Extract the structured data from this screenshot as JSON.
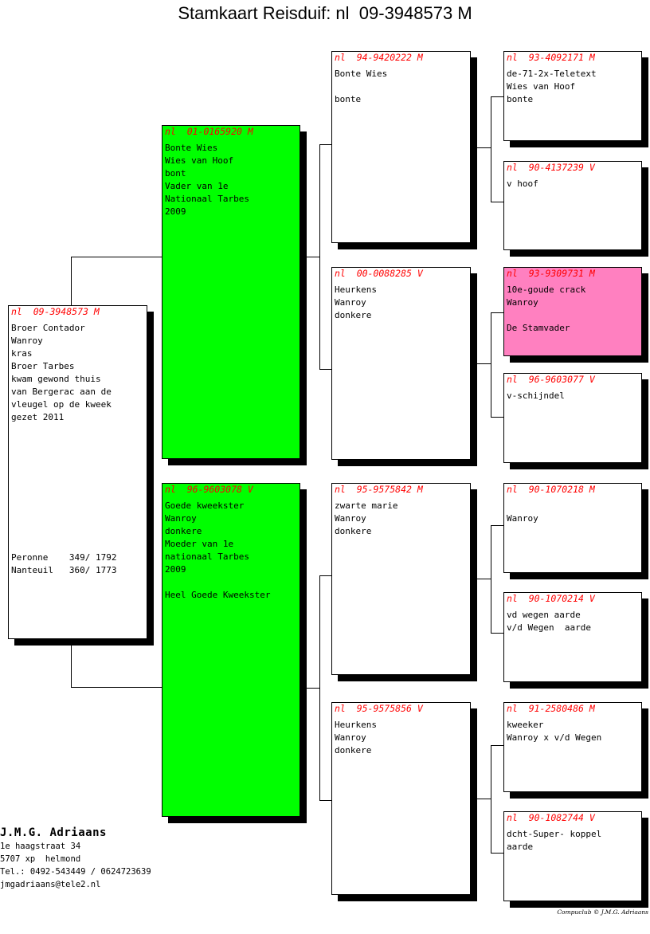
{
  "title": "Stamkaart Reisduif: nl  09-3948573 M",
  "subject": {
    "ring": "nl  09-3948573 M",
    "lines": [
      "Broer Contador",
      "Wanroy",
      "kras",
      "Broer Tarbes",
      "kwam gewond thuis",
      "van Bergerac aan de",
      "vleugel op de kweek",
      "gezet 2011"
    ],
    "results": [
      "Peronne    349/ 1792",
      "Nanteuil   360/ 1773"
    ]
  },
  "father": {
    "ring": "nl  01-0165920 M",
    "lines": [
      "Bonte Wies",
      "Wies van Hoof",
      "bont",
      "Vader van 1e",
      "Nationaal Tarbes",
      "2009"
    ]
  },
  "mother": {
    "ring": "nl  96-9603078 V",
    "lines": [
      "Goede kweekster",
      "Wanroy",
      "donkere",
      "Moeder van 1e",
      "nationaal Tarbes",
      "2009",
      "",
      "Heel Goede Kweekster"
    ]
  },
  "gen3": [
    {
      "ring": "nl  94-9420222 M",
      "lines": [
        "Bonte Wies",
        "",
        "bonte"
      ]
    },
    {
      "ring": "nl  00-0088285 V",
      "lines": [
        "Heurkens",
        "Wanroy",
        "donkere"
      ]
    },
    {
      "ring": "nl  95-9575842 M",
      "lines": [
        "zwarte marie",
        "Wanroy",
        "donkere"
      ]
    },
    {
      "ring": "nl  95-9575856 V",
      "lines": [
        "Heurkens",
        "Wanroy",
        "donkere"
      ]
    }
  ],
  "gen4": [
    {
      "ring": "nl  93-4092171 M",
      "lines": [
        "de-71-2x-Teletext",
        "Wies van Hoof",
        "bonte"
      ]
    },
    {
      "ring": "nl  90-4137239 V",
      "lines": [
        "v hoof"
      ]
    },
    {
      "ring": "nl  93-9309731 M",
      "lines": [
        "10e-goude crack",
        "Wanroy",
        "",
        "De Stamvader"
      ]
    },
    {
      "ring": "nl  96-9603077 V",
      "lines": [
        "v-schijndel"
      ]
    },
    {
      "ring": "nl  90-1070218 M",
      "lines": [
        "",
        "Wanroy"
      ]
    },
    {
      "ring": "nl  90-1070214 V",
      "lines": [
        "vd wegen aarde",
        "v/d Wegen  aarde"
      ]
    },
    {
      "ring": "nl  91-2580486 M",
      "lines": [
        "kweeker",
        "Wanroy x v/d Wegen"
      ]
    },
    {
      "ring": "nl  90-1082744 V",
      "lines": [
        "dcht-Super- koppel",
        "aarde"
      ]
    }
  ],
  "colors": {
    "highlight_green": "#00ff00",
    "highlight_pink": "#ff80c0",
    "ring_red": "#ff0000"
  },
  "owner": {
    "name": "J.M.G. Adriaans",
    "address": "1e haagstraat 34",
    "city": "5707 xp  helmond",
    "phone": "Tel.: 0492-543449 / 0624723639",
    "email": "jmgadriaans@tele2.nl"
  },
  "footer": "Compuclub © J.M.G. Adriaans"
}
